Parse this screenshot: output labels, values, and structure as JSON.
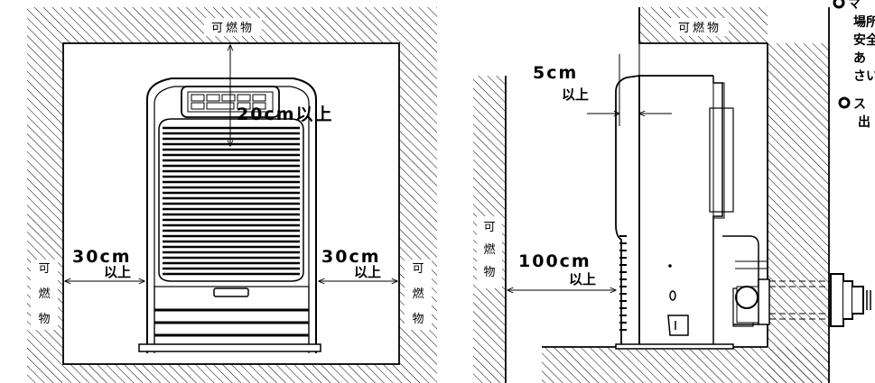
{
  "front": {
    "top_label": "可燃物",
    "left_label": [
      "可",
      "燃",
      "物"
    ],
    "right_label": [
      "可",
      "燃",
      "物"
    ],
    "top_clearance": "20cm以上",
    "left_clearance": "30cm",
    "left_clearance_sub": "以上",
    "right_clearance": "30cm",
    "right_clearance_sub": "以上"
  },
  "side": {
    "top_label": "可燃物",
    "left_label": [
      "可",
      "燃",
      "物"
    ],
    "top_clearance": "5cm",
    "top_clearance_sub": "以上",
    "left_clearance": "100cm",
    "left_clearance_sub": "以上"
  },
  "notes": {
    "note1_lines": [
      "マ",
      "場所",
      "安全",
      "あ",
      "さい"
    ],
    "note2_lines": [
      "ス",
      "出"
    ]
  }
}
